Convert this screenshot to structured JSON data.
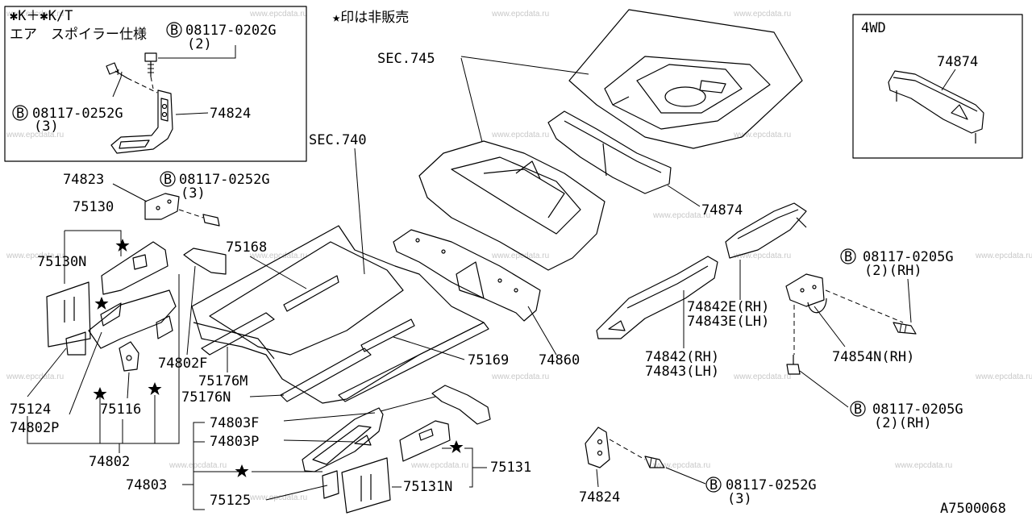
{
  "labels": {
    "kk_title": "✱K＋✱K/T",
    "spoiler_spec": "エア　スポイラー仕様",
    "note_not_sold": "★印は非販売",
    "b1_part": "08117-0202G",
    "b1_qty": "(2)",
    "b2_part": "08117-0252G",
    "b2_qty": "(3)",
    "p74824_top": "74824",
    "p74823": "74823",
    "b3_part": "08117-0252G",
    "b3_qty": "(3)",
    "sec745": "SEC.745",
    "sec740": "SEC.740",
    "wd4": "4WD",
    "p74874_box": "74874",
    "p74874": "74874",
    "p75130": "75130",
    "p75130n": "75130N",
    "p75168": "75168",
    "p74802f": "74802F",
    "p75176m": "75176M",
    "p75176n": "75176N",
    "p75169": "75169",
    "p74860": "74860",
    "p74842e": "74842E(RH)",
    "p74843e": "74843E(LH)",
    "p74842": "74842(RH)",
    "p74843": "74843(LH)",
    "b4_part": "08117-0205G",
    "b4_qty": "(2)(RH)",
    "p74854n": "74854N(RH)",
    "b5_part": "08117-0205G",
    "b5_qty": "(2)(RH)",
    "p75124": "75124",
    "p74802p": "74802P",
    "p75116": "75116",
    "p74802": "74802",
    "p74803f": "74803F",
    "p74803p": "74803P",
    "p74803": "74803",
    "p75125": "75125",
    "p75131": "75131",
    "p75131n": "75131N",
    "p74824_bottom": "74824",
    "b6_part": "08117-0252G",
    "b6_qty": "(3)",
    "ref_code": "A7500068",
    "bolt_symbol": "B"
  },
  "watermark": "www.epcdata.ru"
}
